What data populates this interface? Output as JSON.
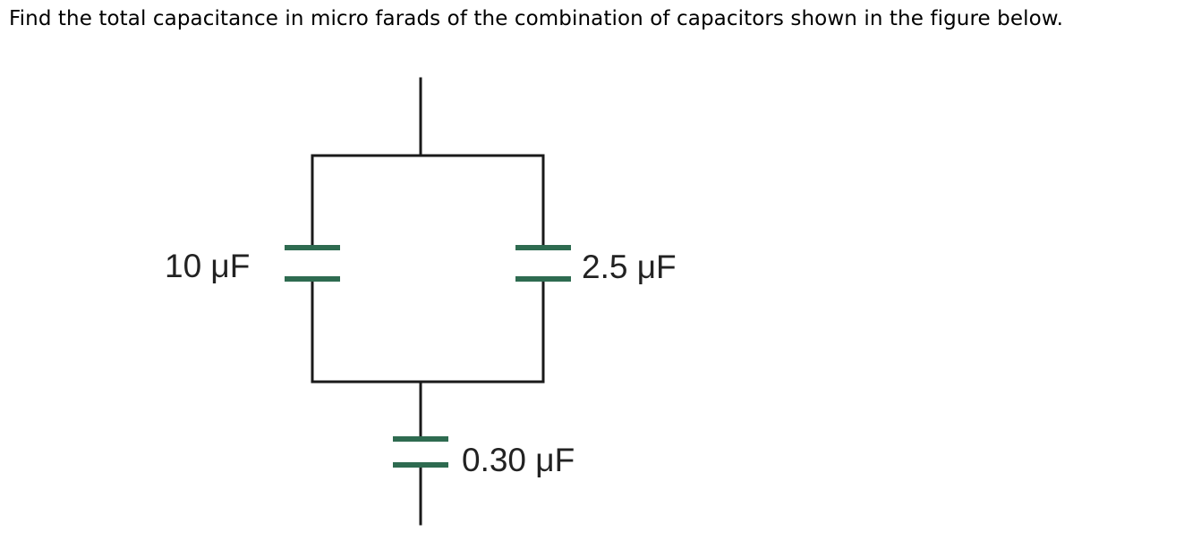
{
  "question": {
    "text": "Find the total capacitance in micro farads of the combination of capacitors shown in the figure below."
  },
  "circuit": {
    "capacitors": [
      {
        "id": "left",
        "label": "10 μF"
      },
      {
        "id": "right",
        "label": "2.5 μF"
      },
      {
        "id": "bottom",
        "label": "0.30 μF"
      }
    ],
    "colors": {
      "wire": "#1a1a1a",
      "plate": "#2e6b50",
      "label": "#222222"
    }
  }
}
